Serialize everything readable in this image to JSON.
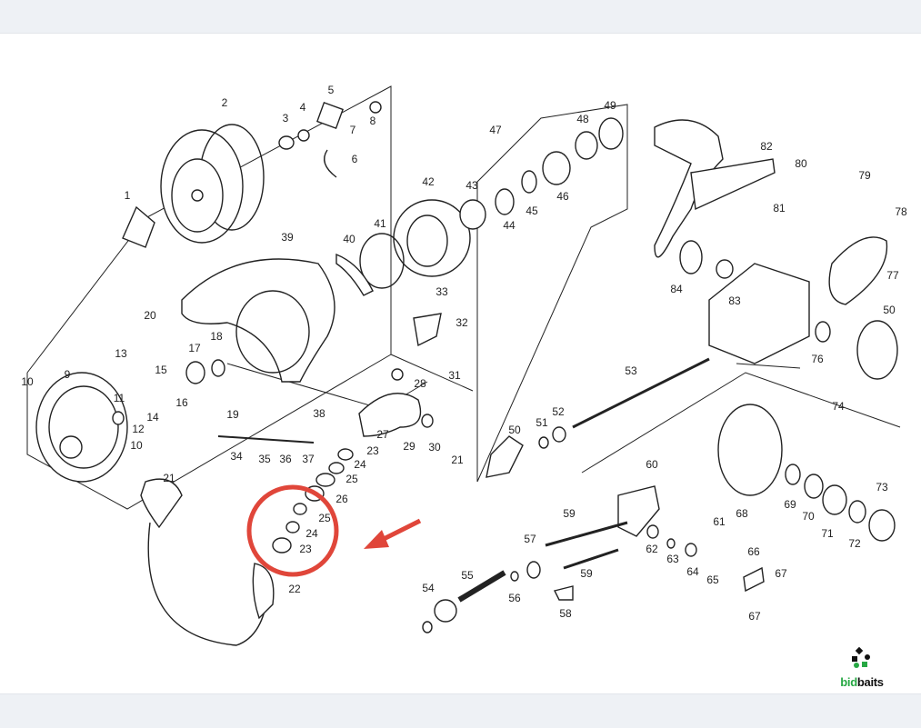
{
  "diagram": {
    "part_labels": [
      "1",
      "2",
      "3",
      "4",
      "5",
      "6",
      "7",
      "8",
      "9",
      "10",
      "10",
      "11",
      "12",
      "13",
      "14",
      "15",
      "16",
      "17",
      "18",
      "19",
      "20",
      "21",
      "21",
      "22",
      "23",
      "23",
      "24",
      "24",
      "25",
      "25",
      "26",
      "27",
      "28",
      "29",
      "30",
      "31",
      "32",
      "33",
      "34",
      "35",
      "36",
      "37",
      "38",
      "39",
      "40",
      "41",
      "42",
      "43",
      "44",
      "45",
      "46",
      "47",
      "48",
      "49",
      "50",
      "50",
      "51",
      "52",
      "53",
      "54",
      "55",
      "56",
      "57",
      "58",
      "59",
      "59",
      "60",
      "61",
      "62",
      "63",
      "64",
      "65",
      "66",
      "67",
      "67",
      "68",
      "69",
      "70",
      "71",
      "72",
      "73",
      "74",
      "76",
      "77",
      "78",
      "79",
      "80",
      "81",
      "82",
      "83",
      "84"
    ],
    "highlight": {
      "color": "#e0463a"
    }
  },
  "logo": {
    "brand": "bidbaits",
    "part1": "bid",
    "part2": "baits",
    "green": "#27a844"
  }
}
